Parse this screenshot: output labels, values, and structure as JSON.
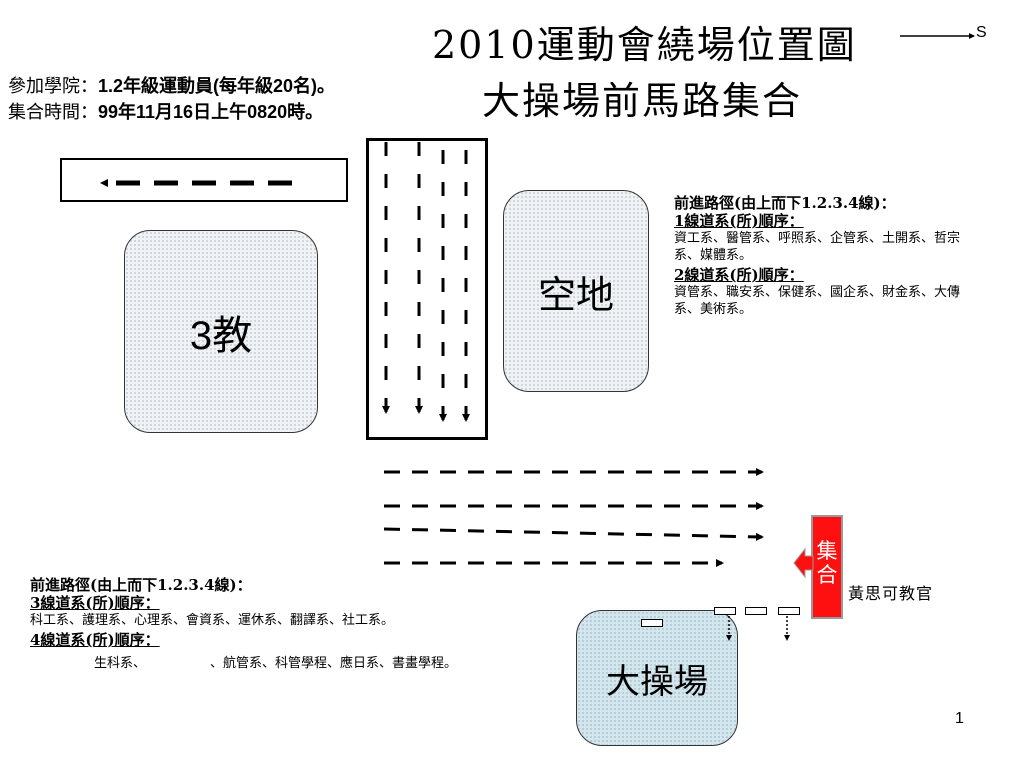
{
  "title": {
    "line1": "2010運動會繞場位置圖",
    "line2": "大操場前馬路集合",
    "direction_label": "S"
  },
  "info": {
    "participants_label": "參加學院：",
    "participants_value": "1.2年級運動員(每年級20名)。",
    "time_label": "集合時間：",
    "time_value": "99年11月16日上午0820時。"
  },
  "places": {
    "building3": "3教",
    "open_space": "空地",
    "big_field": "大操場"
  },
  "route_top": {
    "heading": "前進路徑(由上而下1.2.3.4線)：",
    "line1_title": "1線道系(所)順序：",
    "line1_depts": "資工系、醫管系、呼照系、企管系、土開系、哲宗系、媒體系。",
    "line2_title": "2線道系(所)順序：",
    "line2_depts": "資管系、職安系、保健系、國企系、財金系、大傳系、美術系。"
  },
  "route_bottom": {
    "heading": "前進路徑(由上而下1.2.3.4線)：",
    "line3_title": "3線道系(所)順序：",
    "line3_depts": "科工系、護理系、心理系、會資系、運休系、翻譯系、社工系。",
    "line4_title": "4線道系(所)順序：",
    "line4_depts_a": "生科系、",
    "line4_depts_b": "、航管系、科管學程、應日系、書畫學程。"
  },
  "assembly": {
    "label": "集合",
    "officer": "黃思可教官"
  },
  "page_number": "1",
  "colors": {
    "assembly_red": "#ff1010",
    "field_fill": "#d3e6ee",
    "building_fill": "#f0f3f6"
  }
}
